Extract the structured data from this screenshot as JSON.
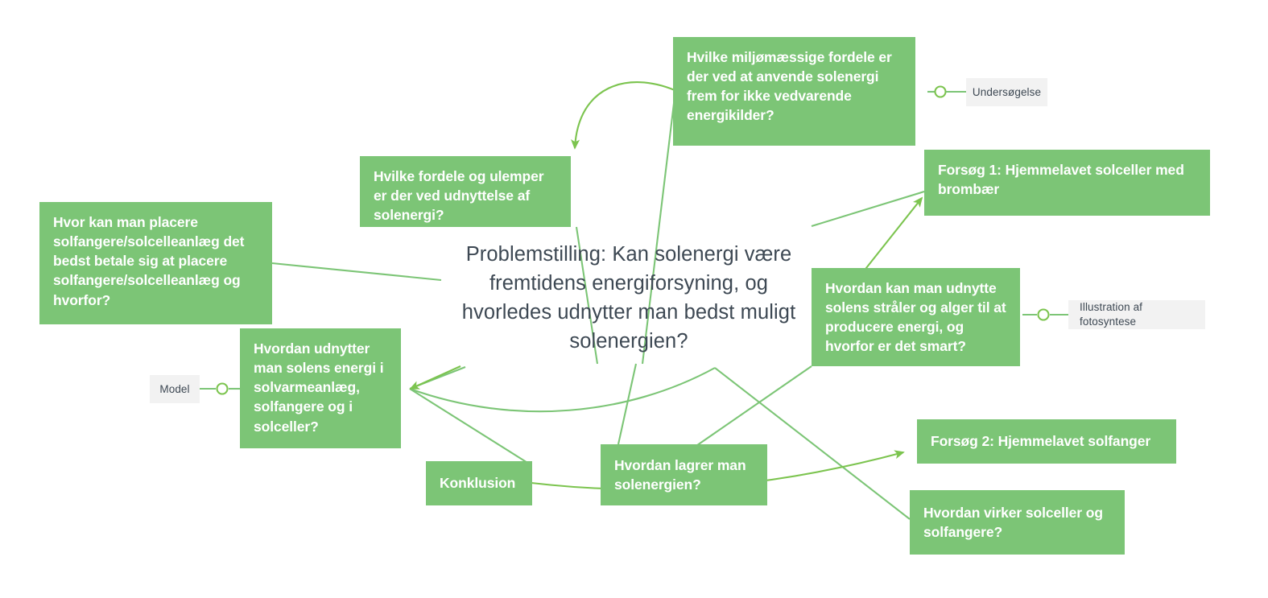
{
  "diagram": {
    "title": "Problemstilling: Kan solenergi være fremtidens energiforsyning, og hvorledes udnytter man bedst muligt solenergien?",
    "colors": {
      "node_fill": "#7cc576",
      "node_text": "#ffffff",
      "center_text": "#3d4853",
      "edge": "#7cc44f",
      "edge_soft": "#7cc576",
      "tag_fill": "#f2f2f2",
      "tag_text": "#3d4853",
      "background": "#ffffff"
    },
    "nodes": [
      {
        "id": "center",
        "label": "Problemstilling: Kan solenergi være fremtidens energiforsyning, og hvorledes udnytter man bedst muligt solenergien?"
      },
      {
        "id": "miljomaessige",
        "label": "Hvilke miljømæssige fordele er der ved at anvende solenergi frem for ikke vedvarende energikilder?"
      },
      {
        "id": "fordele-ulemper",
        "label": "Hvilke fordele og ulemper er der ved udnyttelse af solenergi?"
      },
      {
        "id": "placere",
        "label": "Hvor kan man placere solfangere/solcelleanlæg det bedst betale sig at placere solfangere/solcelleanlæg og hvorfor?"
      },
      {
        "id": "udnytter-solvarme",
        "label": "Hvordan udnytter man solens energi i solvarmeanlæg, solfangere og i solceller?"
      },
      {
        "id": "konklusion",
        "label": "Konklusion"
      },
      {
        "id": "lagrer",
        "label": "Hvordan lagrer man solenergien?"
      },
      {
        "id": "forsog-1",
        "label": "Forsøg 1: Hjemmelavet solceller med brombær"
      },
      {
        "id": "alger",
        "label": "Hvordan kan man udnytte solens stråler og alger til at producere energi, og hvorfor er det smart?"
      },
      {
        "id": "forsog-2",
        "label": "Forsøg 2: Hjemmelavet solfanger"
      },
      {
        "id": "virker",
        "label": "Hvordan virker solceller og solfangere?"
      }
    ],
    "tags": [
      {
        "id": "undersogelse",
        "label": "Undersøgelse"
      },
      {
        "id": "illustration",
        "label": "Illustration af fotosyntese"
      },
      {
        "id": "model",
        "label": "Model"
      }
    ]
  }
}
